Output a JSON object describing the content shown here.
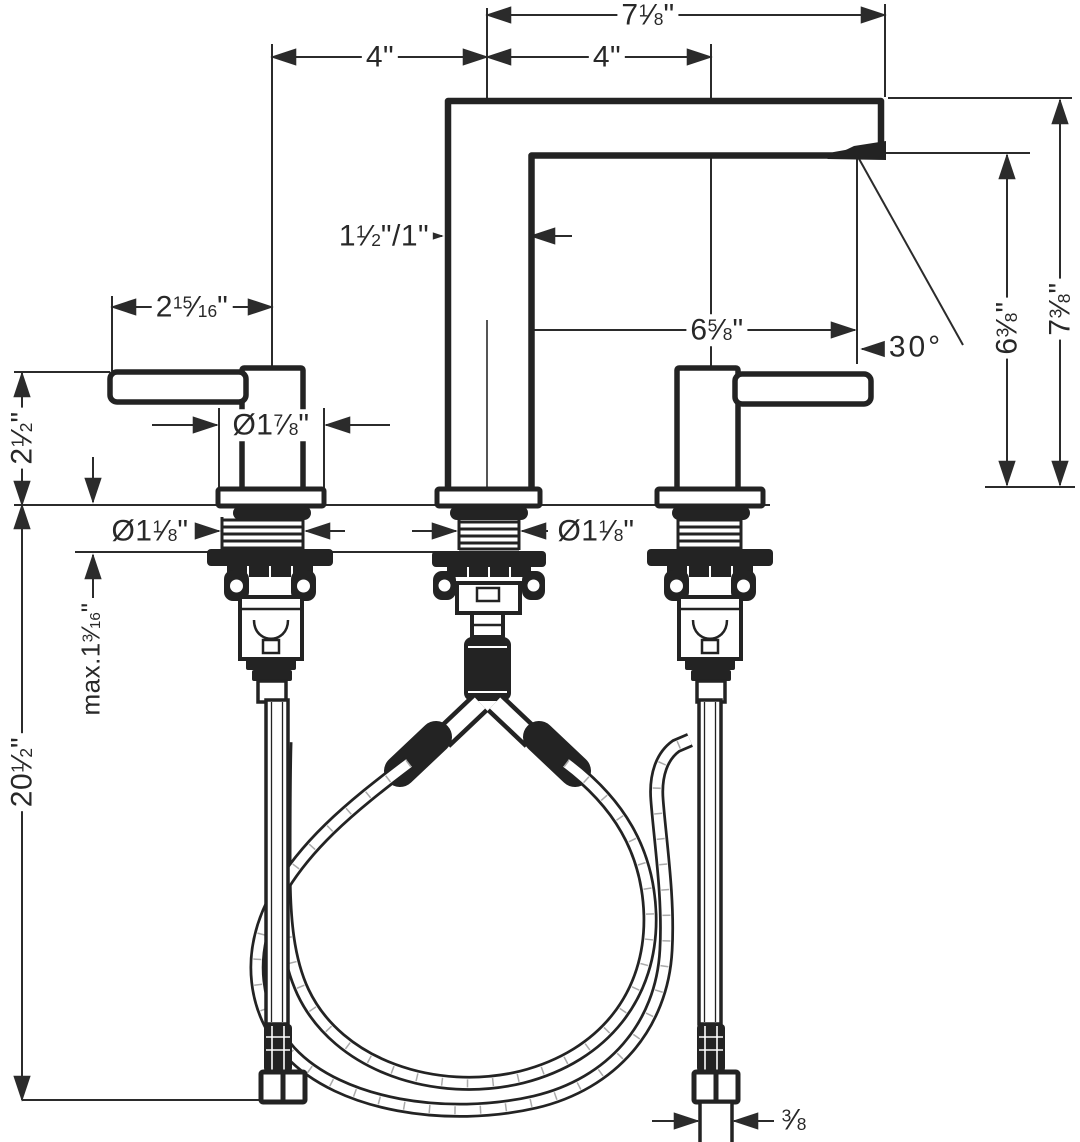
{
  "diagram": {
    "type": "technical-installation-drawing",
    "subject": "3-hole widespread basin faucet with handles, spout, tee and supply hoses",
    "line_color": "#282828",
    "background": "#ffffff",
    "dimensions": {
      "spout_reach_total": "7 1/8\"",
      "hole_spacing_left": "4\"",
      "hole_spacing_right": "4\"",
      "riser_width": "1 1/2\"/1\"",
      "outlet_offset": "6 5/8\"",
      "outlet_angle": "30°",
      "outlet_height": "6 3/8\"",
      "overall_height": "7 3/8\"",
      "handle_length": "2 15/16\"",
      "handle_height": "2 1/2\"",
      "escutcheon_diameter": "Ø1 7/8\"",
      "handle_shank_diameter": "Ø1 1/8\"",
      "spout_shank_diameter": "Ø1 1/8\"",
      "max_deck_thickness": "max.1 3/16\"",
      "hose_length_below_deck": "20 1/2\"",
      "supply_connection_size": "3/8"
    }
  }
}
